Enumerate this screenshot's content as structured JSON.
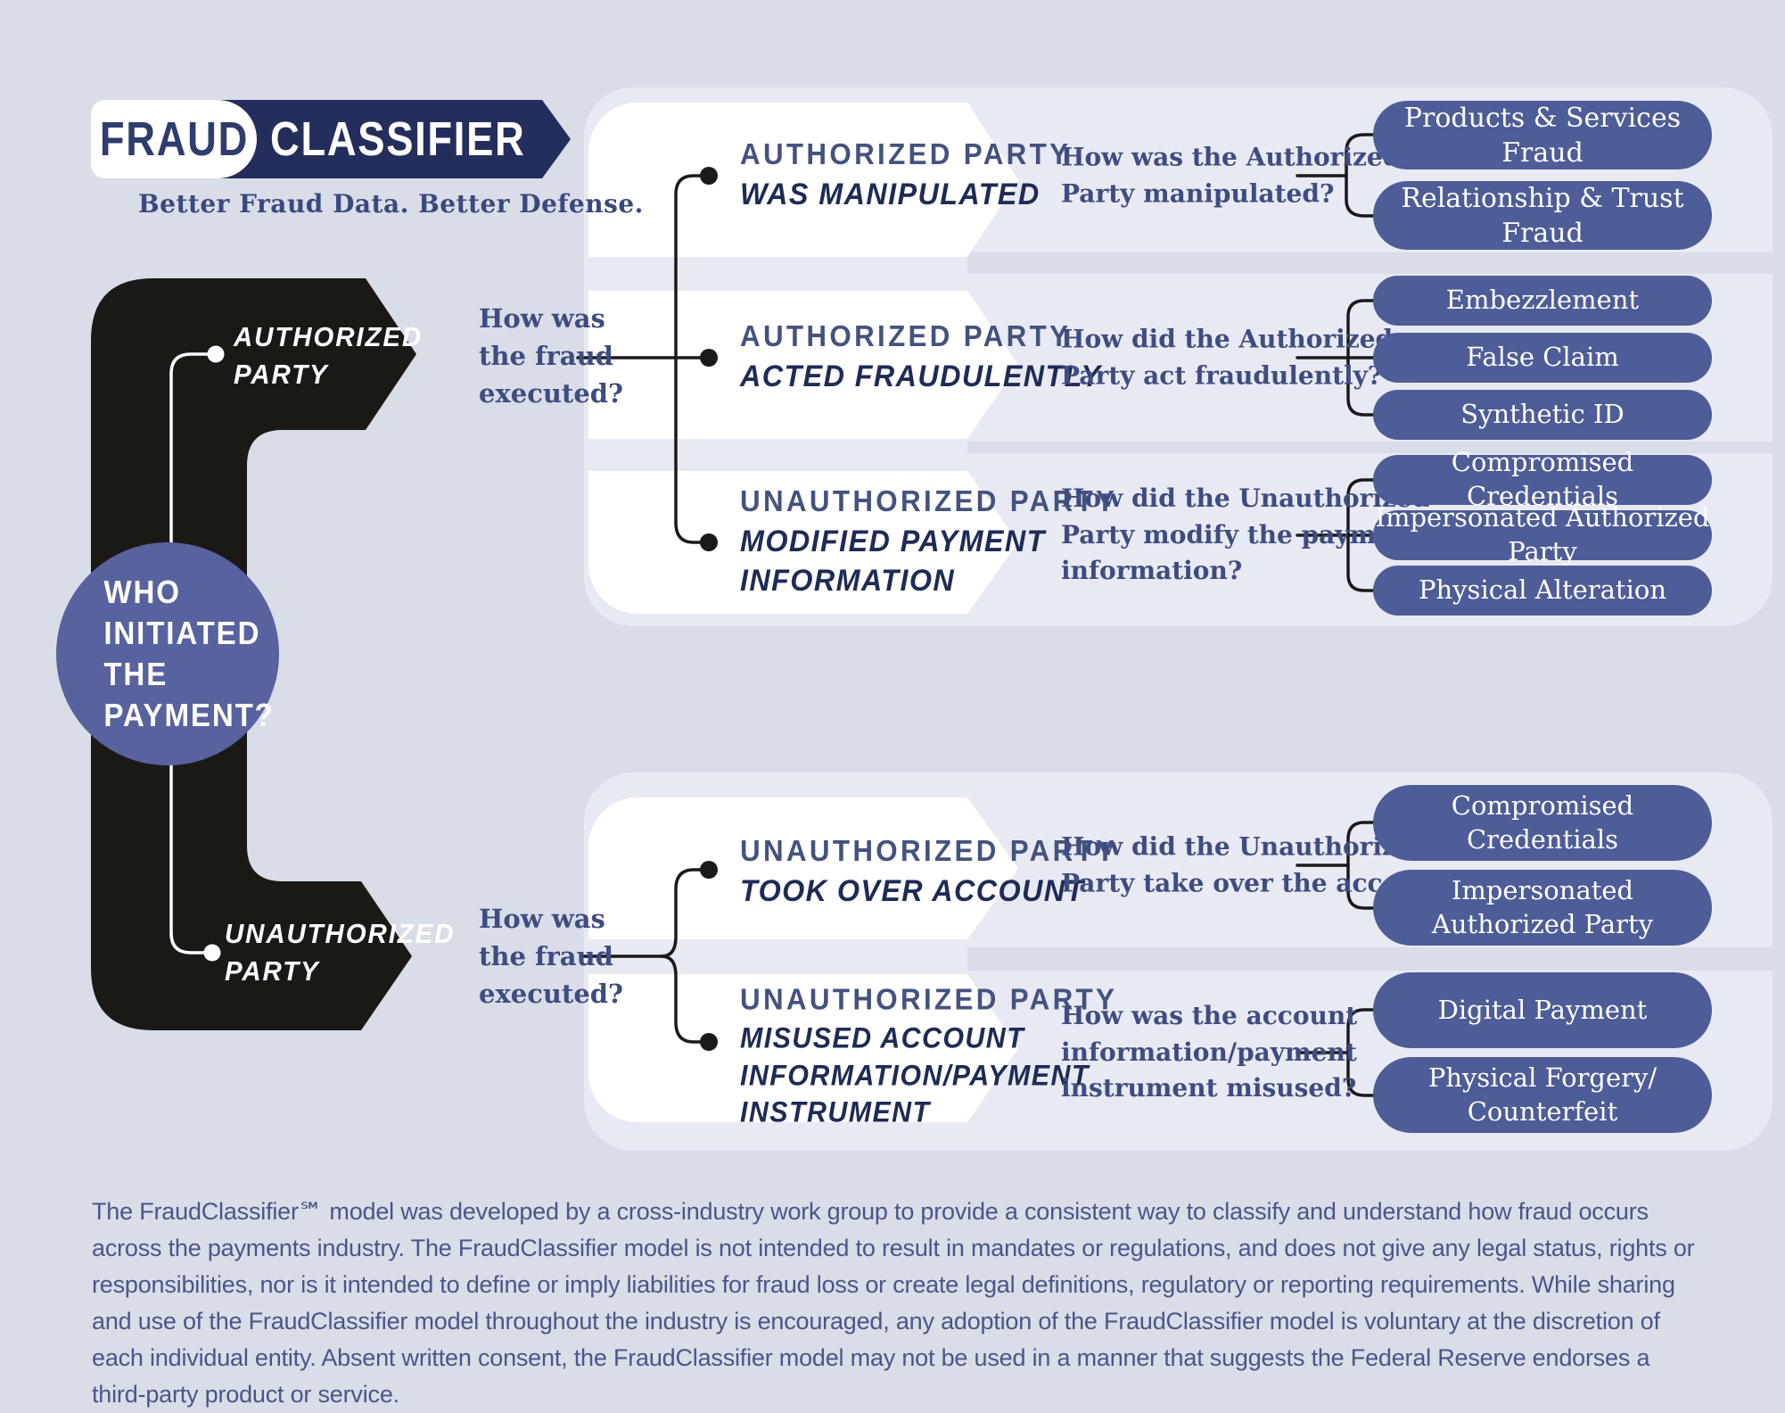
{
  "logo": {
    "word1": "FRAUD",
    "word2": "CLASSIFIER",
    "tagline": "Better Fraud Data. Better Defense."
  },
  "root_question": "WHO\nINITIATED\nTHE\nPAYMENT?",
  "parties": [
    {
      "label": "AUTHORIZED\nPARTY",
      "question": "How was\nthe fraud\nexecuted?"
    },
    {
      "label": "UNAUTHORIZED\nPARTY",
      "question": "How was\nthe fraud\nexecuted?"
    }
  ],
  "branches": [
    {
      "title_top": "AUTHORIZED PARTY",
      "title_main": "WAS MANIPULATED",
      "question": "How was the Authorized\nParty manipulated?",
      "pills": [
        "Products & Services Fraud",
        "Relationship & Trust Fraud"
      ]
    },
    {
      "title_top": "AUTHORIZED PARTY",
      "title_main": "ACTED FRAUDULENTLY",
      "question": "How did the Authorized\nParty act fraudulently?",
      "pills": [
        "Embezzlement",
        "False Claim",
        "Synthetic ID"
      ]
    },
    {
      "title_top": "UNAUTHORIZED PARTY",
      "title_main": "MODIFIED PAYMENT\nINFORMATION",
      "question": "How did the Unauthorized\nParty modify the payment\ninformation?",
      "pills": [
        "Compromised Credentials",
        "Impersonated Authorized Party",
        "Physical Alteration"
      ]
    },
    {
      "title_top": "UNAUTHORIZED PARTY",
      "title_main": "TOOK OVER ACCOUNT",
      "question": "How did the Unauthorized\nParty take over the account?",
      "pills": [
        "Compromised\nCredentials",
        "Impersonated\nAuthorized Party"
      ]
    },
    {
      "title_top": "UNAUTHORIZED PARTY",
      "title_main": "MISUSED ACCOUNT\nINFORMATION/PAYMENT\nINSTRUMENT",
      "question": "How was the account\ninformation/payment\ninstrument misused?",
      "pills": [
        "Digital Payment",
        "Physical Forgery/\nCounterfeit"
      ]
    }
  ],
  "disclaimer": "The FraudClassifier℠ model was developed by a cross-industry work group to provide a consistent way to classify and understand how fraud occurs across the payments industry. The FraudClassifier model is not intended to result in mandates or regulations, and does not give any legal status, rights or responsibilities, nor is it intended to define or imply liabilities for fraud loss or create legal definitions, regulatory or reporting requirements. While sharing and use of the FraudClassifier model throughout the industry is encouraged, any adoption of the FraudClassifier model is voluntary at the discretion of each individual entity. Absent written consent, the FraudClassifier model may not be used in a manner that suggests the Federal Reserve endorses a third-party product or service.",
  "colors": {
    "background": "#D8DDE8",
    "light_band": "#E7EAF2",
    "navy": "#232E5C",
    "pill_blue": "#4E5C97",
    "circle_blue": "#57629E",
    "flow_black": "#1B1916",
    "question_text": "#3E4C80"
  }
}
